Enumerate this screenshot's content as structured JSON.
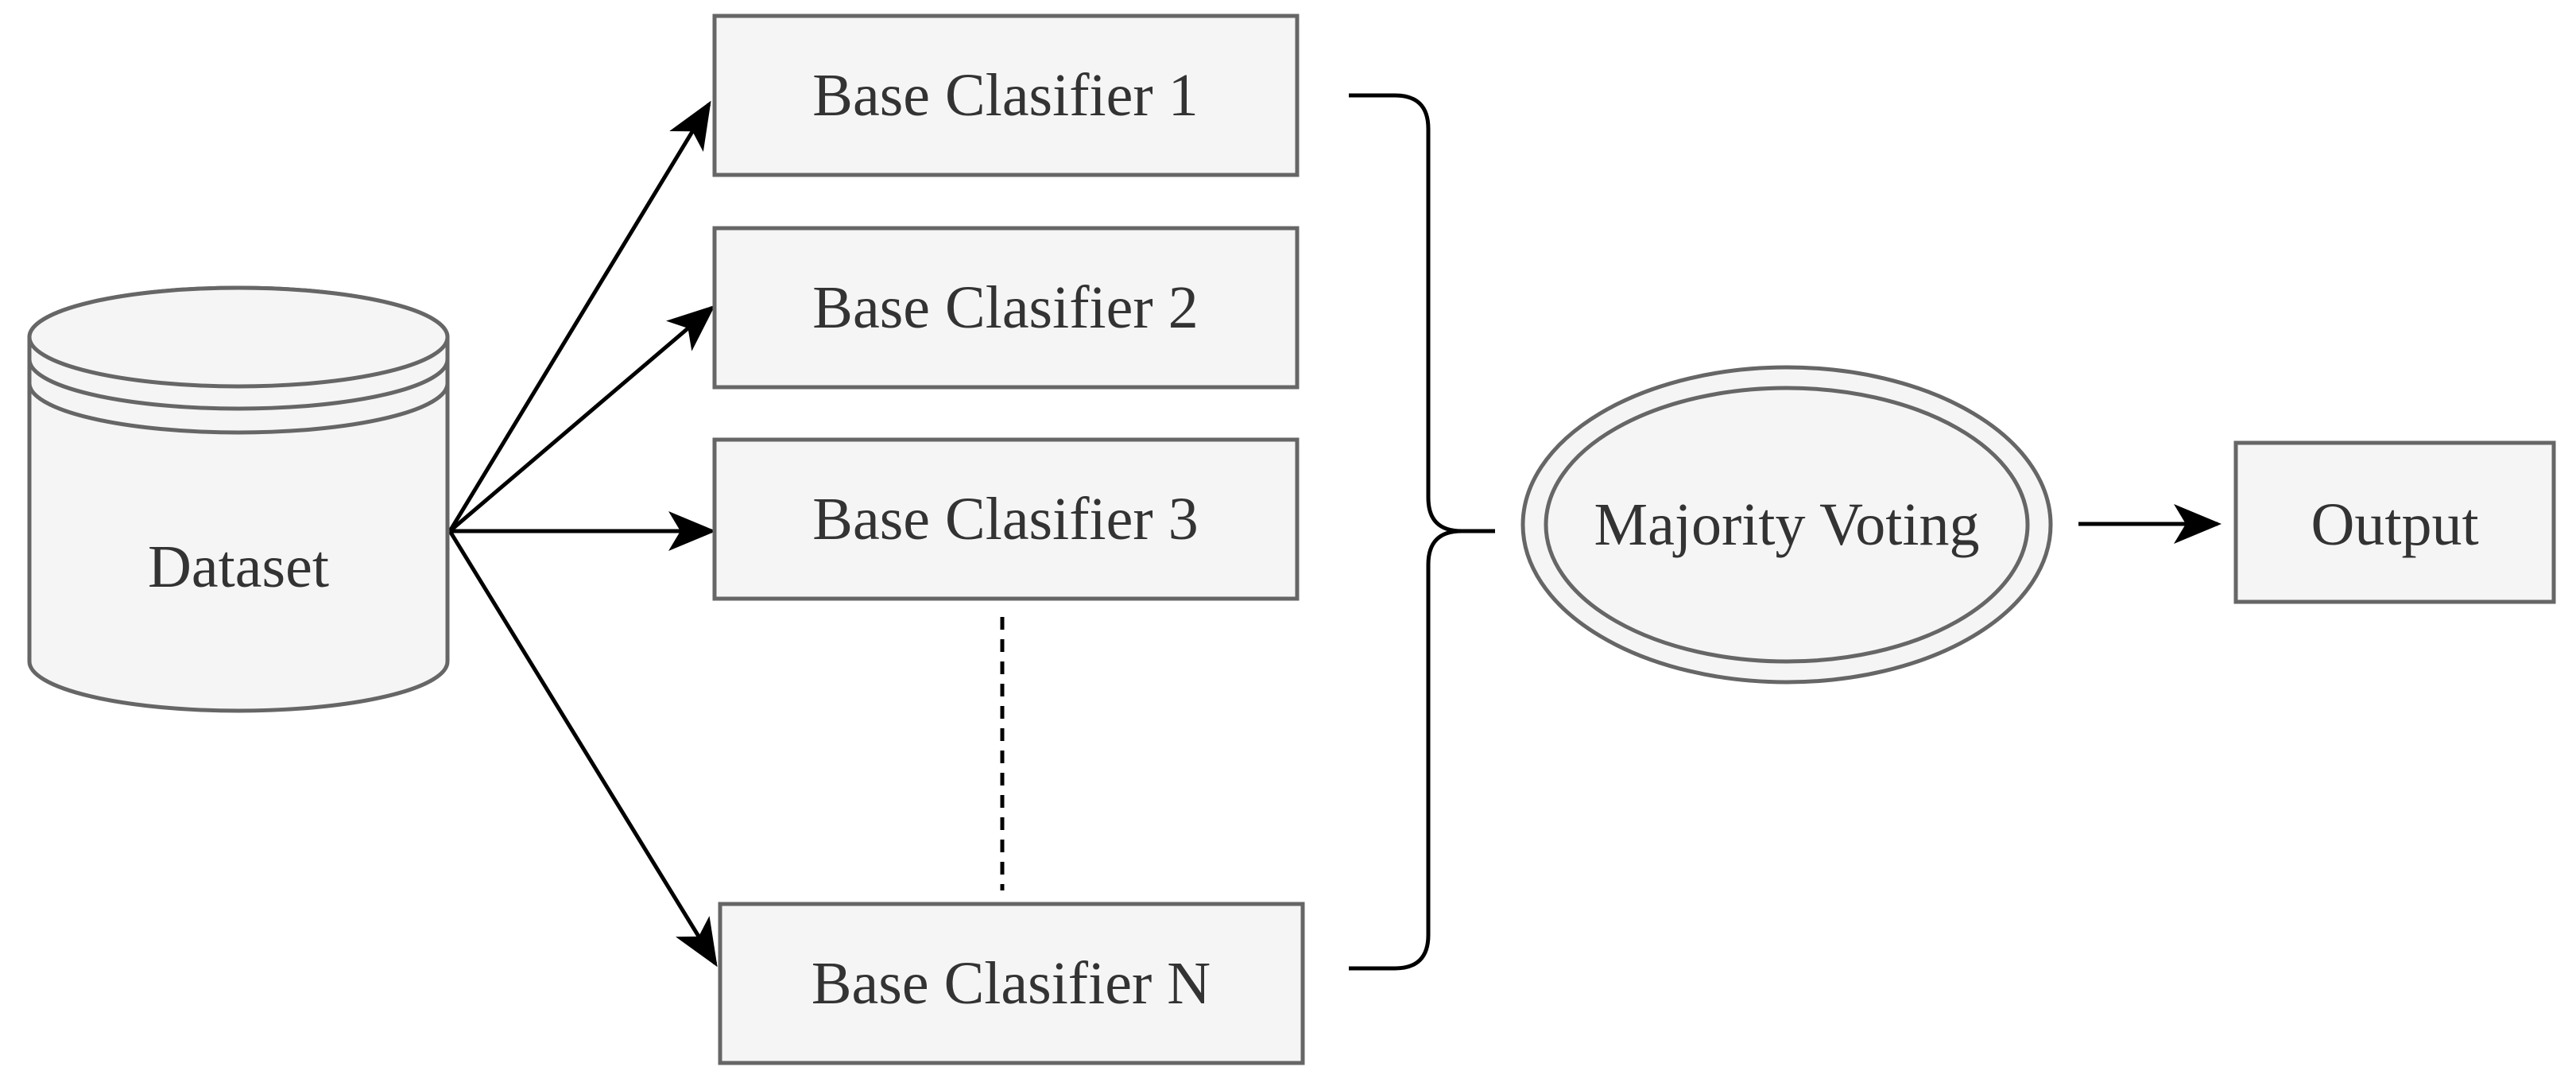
{
  "diagram": {
    "nodes": {
      "dataset": {
        "label": "Dataset",
        "shape": "cylinder"
      },
      "classifier_1": {
        "label": "Base Clasifier 1",
        "shape": "rectangle"
      },
      "classifier_2": {
        "label": "Base Clasifier 2",
        "shape": "rectangle"
      },
      "classifier_3": {
        "label": "Base Clasifier 3",
        "shape": "rectangle"
      },
      "classifier_n": {
        "label": "Base Clasifier N",
        "shape": "rectangle"
      },
      "majority_voting": {
        "label": "Majority Voting",
        "shape": "double-ellipse"
      },
      "output": {
        "label": "Output",
        "shape": "rectangle"
      }
    },
    "edges": [
      {
        "from": "dataset",
        "to": "classifier_1",
        "style": "arrow"
      },
      {
        "from": "dataset",
        "to": "classifier_2",
        "style": "arrow"
      },
      {
        "from": "dataset",
        "to": "classifier_3",
        "style": "arrow"
      },
      {
        "from": "dataset",
        "to": "classifier_n",
        "style": "arrow"
      },
      {
        "from": "classifier_3",
        "to": "classifier_n",
        "style": "dashed-line"
      },
      {
        "from": "classifiers",
        "to": "majority_voting",
        "style": "curly-brace"
      },
      {
        "from": "majority_voting",
        "to": "output",
        "style": "arrow"
      }
    ],
    "colors": {
      "node_fill": "#f5f5f5",
      "node_stroke": "#666666",
      "edge": "#000000",
      "text": "#333333"
    }
  }
}
